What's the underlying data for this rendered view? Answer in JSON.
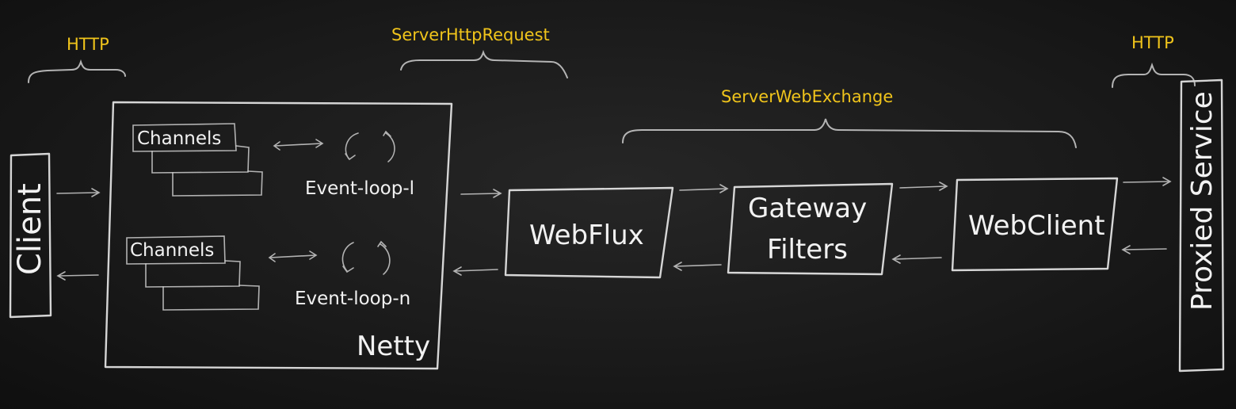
{
  "labels": {
    "http_left": "HTTP",
    "http_right": "HTTP",
    "server_http_request": "ServerHttpRequest",
    "server_web_exchange": "ServerWebExchange",
    "client": "Client",
    "proxied_service": "Proxied Service",
    "channels_1": "Channels",
    "channels_2": "Channels",
    "event_loop_1": "Event-loop-l",
    "event_loop_n": "Event-loop-n",
    "netty": "Netty",
    "webflux": "WebFlux",
    "gateway_line1": "Gateway",
    "gateway_line2": "Filters",
    "webclient": "WebClient"
  },
  "colors": {
    "chalk": "#e6e6e6",
    "annotation": "#f0c41b",
    "board": "#1a1a1a"
  }
}
